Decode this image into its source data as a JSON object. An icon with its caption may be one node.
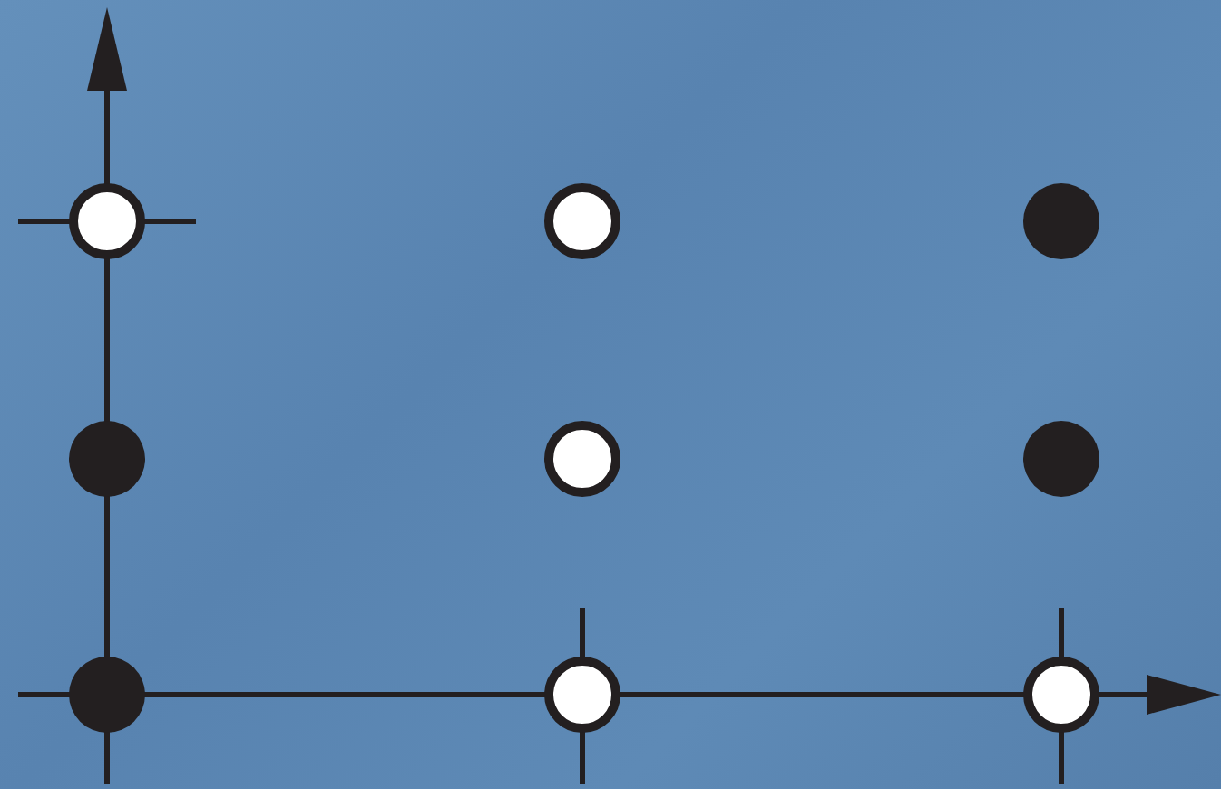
{
  "diagram": {
    "nodes": [
      {
        "text": [],
        "shape": "circle"
      },
      {
        "text": [],
        "shape": "circle"
      },
      {
        "text": [],
        "shape": "dot"
      },
      {
        "text": [],
        "shape": "dot"
      },
      {
        "text": [],
        "shape": "circle"
      },
      {
        "text": [],
        "shape": "dot"
      },
      {
        "text": [],
        "shape": "dot"
      },
      {
        "text": [],
        "shape": "circle"
      },
      {
        "text": [],
        "shape": "circle"
      }
    ]
  }
}
